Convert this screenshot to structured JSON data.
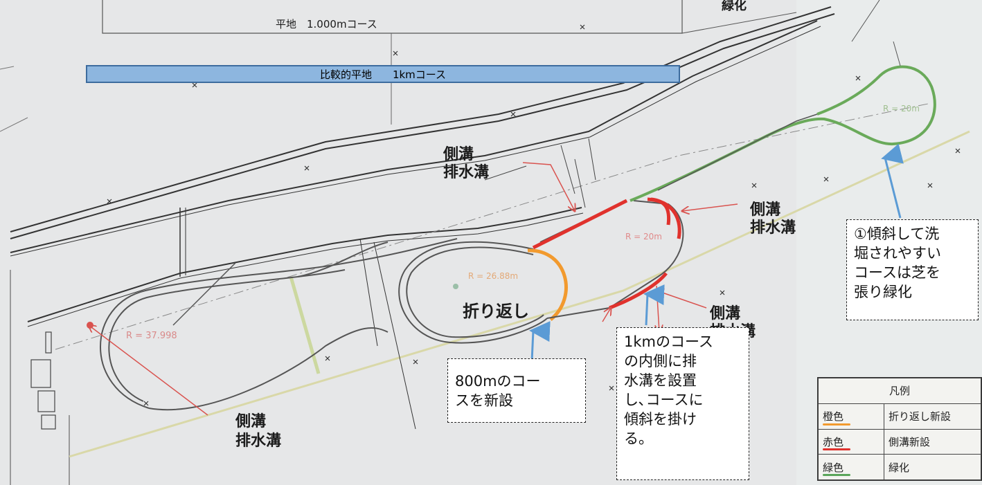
{
  "map_labels": {
    "top_course": "平地　1.000mコース",
    "top_right_cut": "緑化",
    "drain_top": "側溝\n排水溝",
    "drain_right": "側溝\n排水溝",
    "drain_mid": "側溝\n排水溝",
    "drain_bottom": "側溝\n排水溝",
    "turnaround": "折り返し",
    "radius_left": "R = 37.998",
    "radius_mid": "R = 26.88m",
    "radius_right1": "R = 20m",
    "radius_right2": "R = 20m"
  },
  "banner": {
    "text": "比較的平地　　1kmコース"
  },
  "callouts": {
    "slope_turf": "①傾斜して洗\n堀されやすい\nコースは芝を\n張り緑化",
    "new_800m": "800mのコー\nスを新設",
    "drain_1km": "1kmのコース\nの内側に排\n水溝を設置\nし､コースに\n傾斜を掛け\nる。"
  },
  "legend": {
    "title": "凡例",
    "rows": [
      {
        "color_label": "橙色",
        "meaning": "折り返し新設",
        "swatch": "#f29a2e"
      },
      {
        "color_label": "赤色",
        "meaning": "側溝新設",
        "swatch": "#e0322d"
      },
      {
        "color_label": "緑色",
        "meaning": "緑化",
        "swatch": "#5aa55a"
      }
    ]
  },
  "colors": {
    "orange_course": "#f29a2e",
    "red_drain": "#e0322d",
    "green_turf": "#6aaa5a",
    "arrow_blue": "#5b9bd5",
    "banner_fill": "#8db6df"
  }
}
